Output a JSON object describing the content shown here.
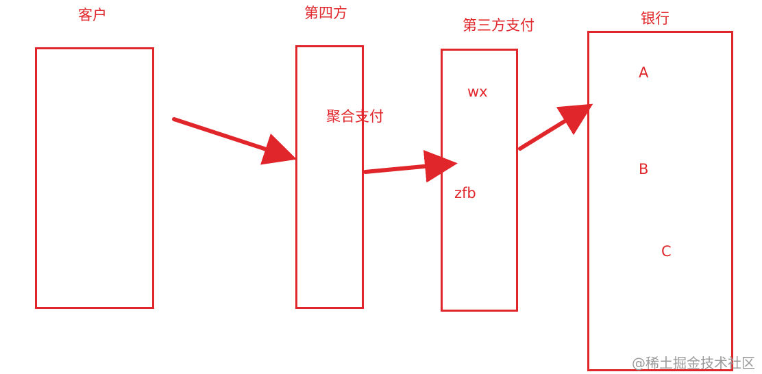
{
  "colors": {
    "accent": "#e0262a",
    "watermark": "#9a9a9a"
  },
  "columns": {
    "customer": {
      "title": "客户"
    },
    "fourth_party": {
      "title": "第四方",
      "content": "聚合支付"
    },
    "third_party": {
      "title": "第三方支付",
      "items": [
        "wx",
        "zfb"
      ]
    },
    "bank": {
      "title": "银行",
      "items": [
        "A",
        "B",
        "C"
      ]
    }
  },
  "watermark": "@稀土掘金技术社区"
}
